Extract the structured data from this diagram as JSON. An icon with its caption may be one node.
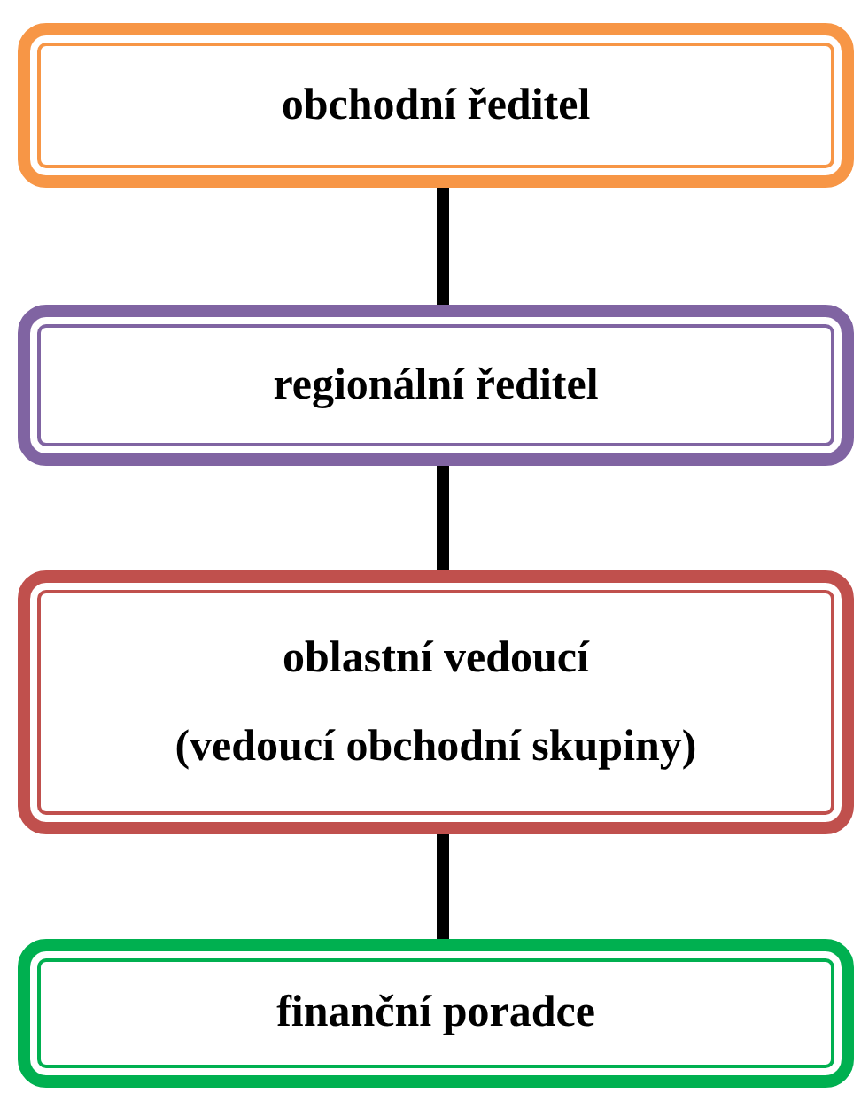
{
  "diagram": {
    "nodes": [
      {
        "text": [
          "obchodní ředitel"
        ]
      },
      {
        "text": [
          "regionální ředitel"
        ]
      },
      {
        "text": [
          "oblastní vedoucí",
          "(vedoucí obchodní skupiny)"
        ]
      },
      {
        "text": [
          "finanční poradce"
        ]
      }
    ],
    "edges": [
      {
        "from": 0,
        "to": 1,
        "arrow": "none"
      },
      {
        "from": 1,
        "to": 2,
        "arrow": "none"
      },
      {
        "from": 2,
        "to": 3,
        "arrow": "none"
      }
    ]
  }
}
